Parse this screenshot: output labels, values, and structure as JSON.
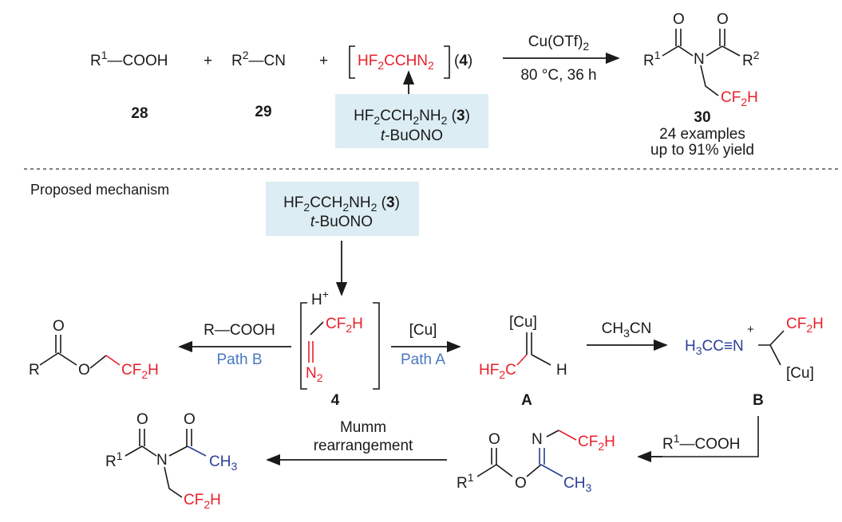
{
  "colors": {
    "red": "#e8202a",
    "blue": "#2b3f96",
    "path_blue": "#4a78c2",
    "box": "#dcedf3"
  },
  "top": {
    "acid": [
      {
        "t": "R"
      },
      {
        "t": "1",
        "s": "sup"
      },
      {
        "t": "—COOH"
      }
    ],
    "nitrile": [
      {
        "t": "R"
      },
      {
        "t": "2",
        "s": "sup"
      },
      {
        "t": "—CN"
      }
    ],
    "plus": "+",
    "diazo": [
      {
        "t": "HF"
      },
      {
        "t": "2",
        "s": "sub"
      },
      {
        "t": "CCHN"
      },
      {
        "t": "2",
        "s": "sub"
      }
    ],
    "diazo_ref": [
      {
        "t": "("
      },
      {
        "t": "4",
        "b": true
      },
      {
        "t": ")"
      }
    ],
    "reagent_line1": [
      {
        "t": "HF"
      },
      {
        "t": "2",
        "s": "sub"
      },
      {
        "t": "CCH"
      },
      {
        "t": "2",
        "s": "sub"
      },
      {
        "t": "NH"
      },
      {
        "t": "2",
        "s": "sub"
      },
      {
        "t": " ("
      },
      {
        "t": "3",
        "b": true
      },
      {
        "t": ")"
      }
    ],
    "reagent_line2": [
      {
        "t": "t",
        "i": true
      },
      {
        "t": "-BuONO"
      }
    ],
    "catalyst": [
      {
        "t": "Cu(OTf)"
      },
      {
        "t": "2",
        "s": "sub"
      }
    ],
    "conditions": "80 °C, 36 h",
    "label_28": "28",
    "label_29": "29",
    "label_30": "30",
    "examples": "24 examples",
    "yield": "up to 91% yield",
    "product": {
      "r1": [
        {
          "t": "R"
        },
        {
          "t": "1",
          "s": "sup"
        }
      ],
      "r2": [
        {
          "t": "R"
        },
        {
          "t": "2",
          "s": "sup"
        }
      ],
      "n": "N",
      "o": "O",
      "cf2h": [
        {
          "t": "CF"
        },
        {
          "t": "2",
          "s": "sub"
        },
        {
          "t": "H"
        }
      ]
    }
  },
  "mechanism": {
    "title": "Proposed mechanism",
    "reagent_line1": [
      {
        "t": "HF"
      },
      {
        "t": "2",
        "s": "sub"
      },
      {
        "t": "CCH"
      },
      {
        "t": "2",
        "s": "sub"
      },
      {
        "t": "NH"
      },
      {
        "t": "2",
        "s": "sub"
      },
      {
        "t": " ("
      },
      {
        "t": "3",
        "b": true
      },
      {
        "t": ")"
      }
    ],
    "reagent_line2": [
      {
        "t": "t",
        "i": true
      },
      {
        "t": "-BuONO"
      }
    ],
    "acid_h": [
      {
        "t": "H"
      },
      {
        "t": "+",
        "s": "sup"
      }
    ],
    "cf2h": [
      {
        "t": "CF"
      },
      {
        "t": "2",
        "s": "sub"
      },
      {
        "t": "H"
      }
    ],
    "n2": [
      {
        "t": "N"
      },
      {
        "t": "2",
        "s": "sub"
      }
    ],
    "label_4": "4",
    "path_b_reagent": "R—COOH",
    "path_b": "Path B",
    "path_a_reagent": "[Cu]",
    "path_a": "Path A",
    "ester": {
      "r": "R",
      "o": "O"
    },
    "int_a": {
      "cu": "[Cu]",
      "hf2c": [
        {
          "t": "HF"
        },
        {
          "t": "2",
          "s": "sub"
        },
        {
          "t": "C"
        }
      ],
      "h": "H",
      "label": "A"
    },
    "acetonitrile": [
      {
        "t": "CH"
      },
      {
        "t": "3",
        "s": "sub"
      },
      {
        "t": "CN"
      }
    ],
    "int_b": {
      "nitrilium": [
        {
          "t": "H"
        },
        {
          "t": "3",
          "s": "sub"
        },
        {
          "t": "CC≡N"
        }
      ],
      "plus": "+",
      "cu": "[Cu]",
      "label": "B"
    },
    "acid2": [
      {
        "t": "R"
      },
      {
        "t": "1",
        "s": "sup"
      },
      {
        "t": "—COOH"
      }
    ],
    "imidate": {
      "r1": [
        {
          "t": "R"
        },
        {
          "t": "1",
          "s": "sup"
        }
      ],
      "o": "O",
      "n": "N",
      "ch3": [
        {
          "t": "CH"
        },
        {
          "t": "3",
          "s": "sub"
        }
      ]
    },
    "mumm_1": "Mumm",
    "mumm_2": "rearrangement",
    "final": {
      "r1": [
        {
          "t": "R"
        },
        {
          "t": "1",
          "s": "sup"
        }
      ],
      "n": "N",
      "o": "O",
      "ch3": [
        {
          "t": "CH"
        },
        {
          "t": "3",
          "s": "sub"
        }
      ]
    }
  }
}
